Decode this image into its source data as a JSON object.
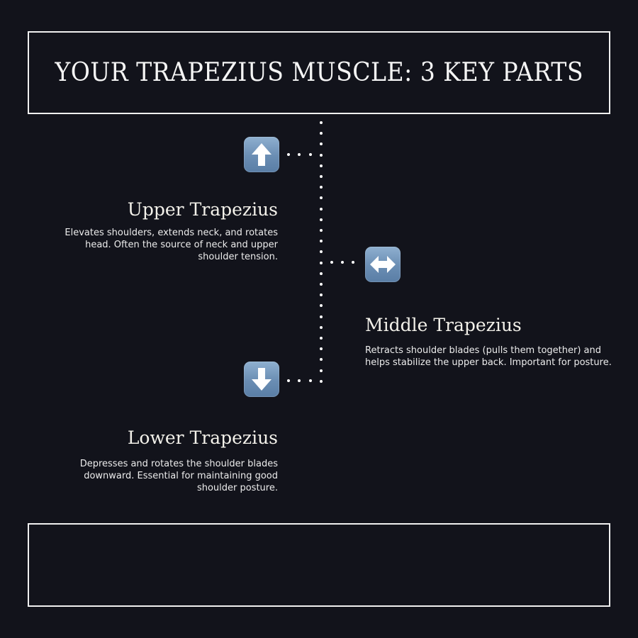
{
  "header": {
    "title": "YOUR TRAPEZIUS MUSCLE: 3 KEY PARTS"
  },
  "parts": [
    {
      "icon": "up-arrow-icon",
      "heading": "Upper Trapezius",
      "description": "Elevates shoulders, extends neck, and rotates head. Often the source of neck and upper shoulder tension."
    },
    {
      "icon": "left-right-arrow-icon",
      "heading": "Middle Trapezius",
      "description": "Retracts shoulder blades (pulls them together) and helps stabilize the upper back. Important for posture."
    },
    {
      "icon": "down-arrow-icon",
      "heading": "Lower Trapezius",
      "description": "Depresses and rotates the shoulder blades downward. Essential for maintaining good shoulder posture."
    }
  ],
  "footer": {
    "content": ""
  },
  "colors": {
    "background": "#12131b",
    "border": "#f0f0f0",
    "icon_blue": "#6a8db3",
    "text": "#f2f2f2"
  }
}
